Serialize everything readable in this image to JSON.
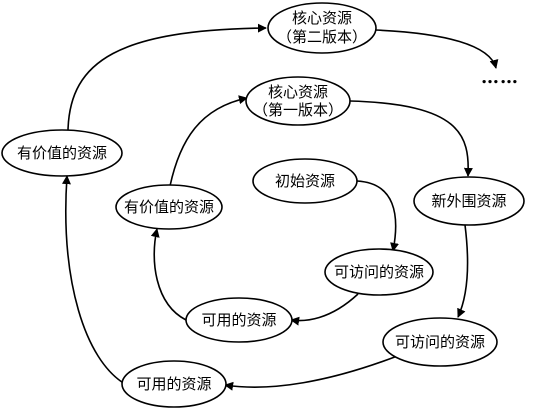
{
  "diagram": {
    "nodes": {
      "core_v2": {
        "line1": "核心资源",
        "line2": "（第二版本）"
      },
      "core_v1": {
        "line1": "核心资源",
        "line2": "（第一版本）"
      },
      "valuable_outer": {
        "label": "有价值的资源"
      },
      "valuable_inner": {
        "label": "有价值的资源"
      },
      "initial": {
        "label": "初始资源"
      },
      "new_peripheral": {
        "label": "新外围资源"
      },
      "accessible_inner": {
        "label": "可访问的资源"
      },
      "accessible_outer": {
        "label": "可访问的资源"
      },
      "usable_inner": {
        "label": "可用的资源"
      },
      "usable_outer": {
        "label": "可用的资源"
      }
    },
    "continuation": "……"
  }
}
